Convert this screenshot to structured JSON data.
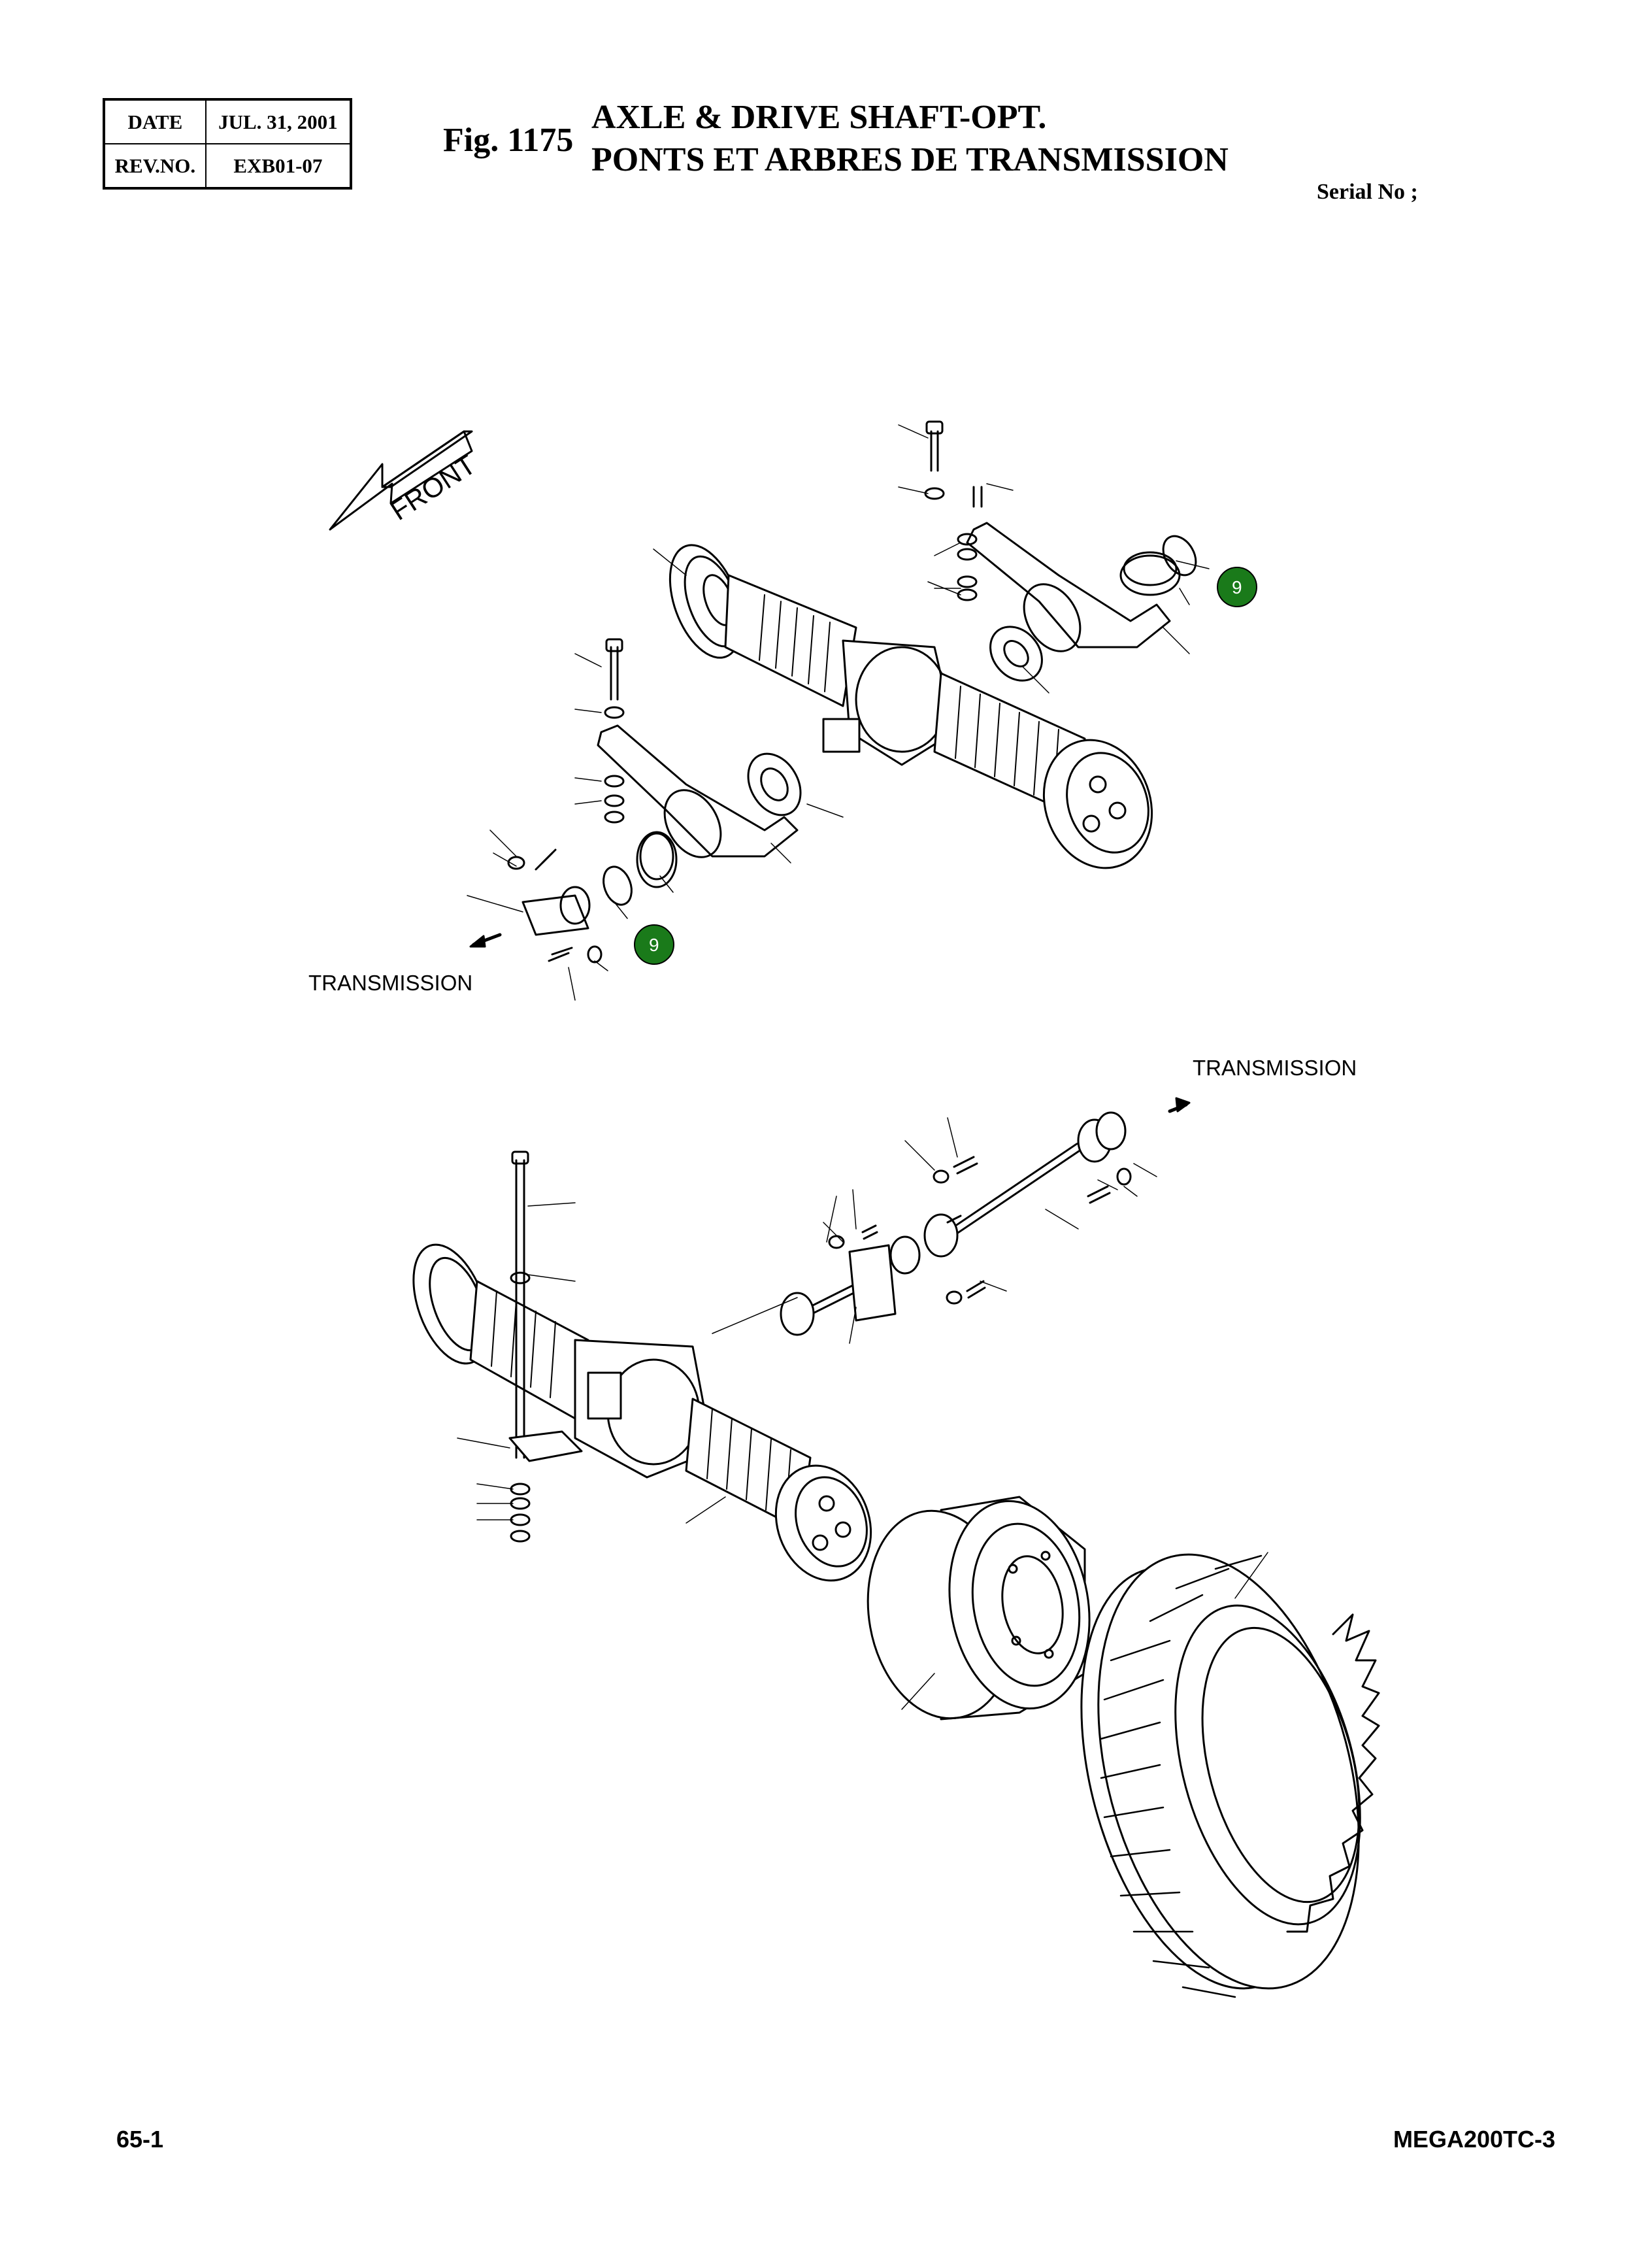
{
  "header": {
    "date_label": "DATE",
    "date_value": "JUL. 31, 2001",
    "rev_label": "REV.NO.",
    "rev_value": "EXB01-07"
  },
  "figure": {
    "number": "Fig. 1175",
    "title_en": "AXLE & DRIVE SHAFT-OPT.",
    "title_fr": "PONTS ET ARBRES DE TRANSMISSION",
    "serial": "Serial No ;"
  },
  "diagram": {
    "front_label": "FRONT",
    "transmission_label_upper": "TRANSMISSION",
    "transmission_label_lower": "TRANSMISSION",
    "callouts": [
      "9",
      "9"
    ],
    "callout_color": "#1a7a1a"
  },
  "footer": {
    "page": "65-1",
    "model": "MEGA200TC-3"
  }
}
